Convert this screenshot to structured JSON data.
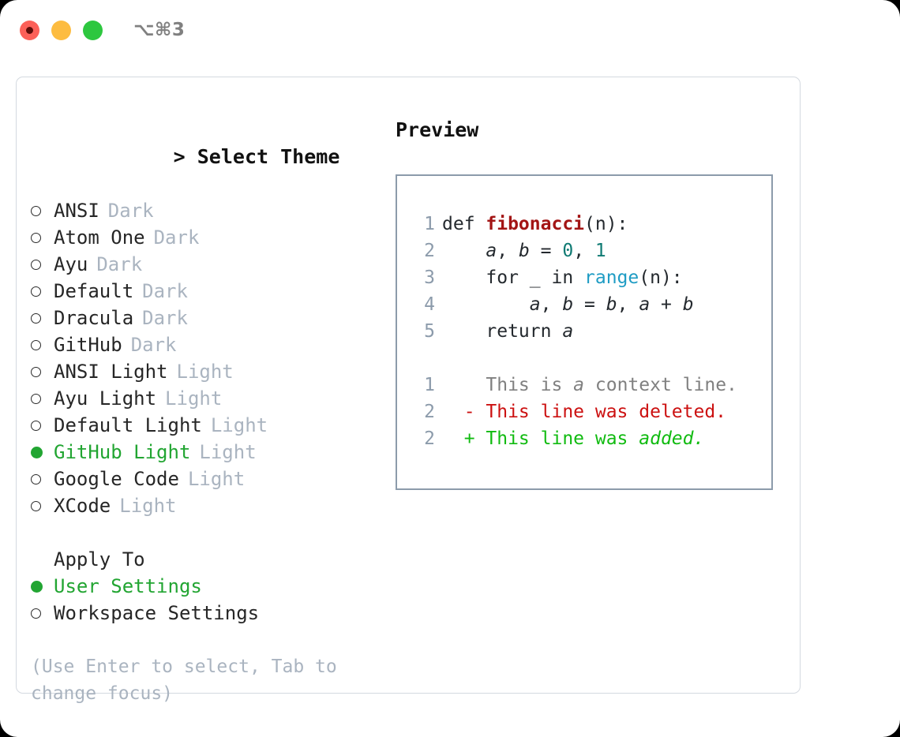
{
  "window": {
    "shortcut": "⌥⌘3",
    "traffic_lights": [
      {
        "name": "close",
        "color": "#fc6058"
      },
      {
        "name": "minimize",
        "color": "#fdbc40"
      },
      {
        "name": "maximize",
        "color": "#2dc73f"
      }
    ]
  },
  "theme_panel": {
    "header_marker": ">",
    "header": "Select Theme",
    "items": [
      {
        "label": "ANSI",
        "tag": "Dark",
        "selected": false
      },
      {
        "label": "Atom One",
        "tag": "Dark",
        "selected": false
      },
      {
        "label": "Ayu",
        "tag": "Dark",
        "selected": false
      },
      {
        "label": "Default",
        "tag": "Dark",
        "selected": false
      },
      {
        "label": "Dracula",
        "tag": "Dark",
        "selected": false
      },
      {
        "label": "GitHub",
        "tag": "Dark",
        "selected": false
      },
      {
        "label": "ANSI Light",
        "tag": "Light",
        "selected": false
      },
      {
        "label": "Ayu Light",
        "tag": "Light",
        "selected": false
      },
      {
        "label": "Default Light",
        "tag": "Light",
        "selected": false
      },
      {
        "label": "GitHub Light",
        "tag": "Light",
        "selected": true
      },
      {
        "label": "Google Code",
        "tag": "Light",
        "selected": false
      },
      {
        "label": "XCode",
        "tag": "Light",
        "selected": false
      }
    ]
  },
  "apply_to": {
    "header": "Apply To",
    "items": [
      {
        "label": "User Settings",
        "selected": true
      },
      {
        "label": "Workspace Settings",
        "selected": false
      }
    ]
  },
  "hint": "(Use Enter to select, Tab to change focus)",
  "preview": {
    "header": "Preview",
    "code_lines": [
      {
        "no": "1",
        "segments": [
          {
            "text": "def ",
            "style": "tok-plain"
          },
          {
            "text": "fibonacci",
            "style": "tok-fn"
          },
          {
            "text": "(n):",
            "style": "tok-plain"
          }
        ]
      },
      {
        "no": "2",
        "segments": [
          {
            "text": "    ",
            "style": "tok-plain"
          },
          {
            "text": "a",
            "style": "tok-var"
          },
          {
            "text": ", ",
            "style": "tok-plain"
          },
          {
            "text": "b",
            "style": "tok-var"
          },
          {
            "text": " = ",
            "style": "tok-plain"
          },
          {
            "text": "0",
            "style": "tok-num"
          },
          {
            "text": ", ",
            "style": "tok-plain"
          },
          {
            "text": "1",
            "style": "tok-num"
          }
        ]
      },
      {
        "no": "3",
        "segments": [
          {
            "text": "    for _ in ",
            "style": "tok-plain"
          },
          {
            "text": "range",
            "style": "tok-call"
          },
          {
            "text": "(n):",
            "style": "tok-plain"
          }
        ]
      },
      {
        "no": "4",
        "segments": [
          {
            "text": "        ",
            "style": "tok-plain"
          },
          {
            "text": "a",
            "style": "tok-var"
          },
          {
            "text": ", ",
            "style": "tok-plain"
          },
          {
            "text": "b",
            "style": "tok-var"
          },
          {
            "text": " = ",
            "style": "tok-plain"
          },
          {
            "text": "b",
            "style": "tok-var"
          },
          {
            "text": ", ",
            "style": "tok-plain"
          },
          {
            "text": "a",
            "style": "tok-var"
          },
          {
            "text": " + ",
            "style": "tok-plain"
          },
          {
            "text": "b",
            "style": "tok-var"
          }
        ]
      },
      {
        "no": "5",
        "segments": [
          {
            "text": "    return ",
            "style": "tok-plain"
          },
          {
            "text": "a",
            "style": "tok-var"
          }
        ]
      }
    ],
    "diff_lines": [
      {
        "no": "1",
        "marker": " ",
        "text": "This is ",
        "emph": "a",
        "tail": " context line.",
        "kind": "diff-ctx"
      },
      {
        "no": "2",
        "marker": "-",
        "text": "This line was deleted.",
        "emph": "",
        "tail": "",
        "kind": "diff-del"
      },
      {
        "no": "2",
        "marker": "+",
        "text": "This line was ",
        "emph": "added.",
        "tail": "",
        "kind": "diff-add"
      }
    ]
  },
  "colors": {
    "accent_green": "#22a532",
    "muted": "#aab4c0",
    "gutter": "#8c9bab",
    "diff_delete": "#cc1111",
    "diff_add": "#11bb11",
    "function_name": "#a31515",
    "builtin_call": "#1f9cc4",
    "number": "#0f7a73"
  }
}
